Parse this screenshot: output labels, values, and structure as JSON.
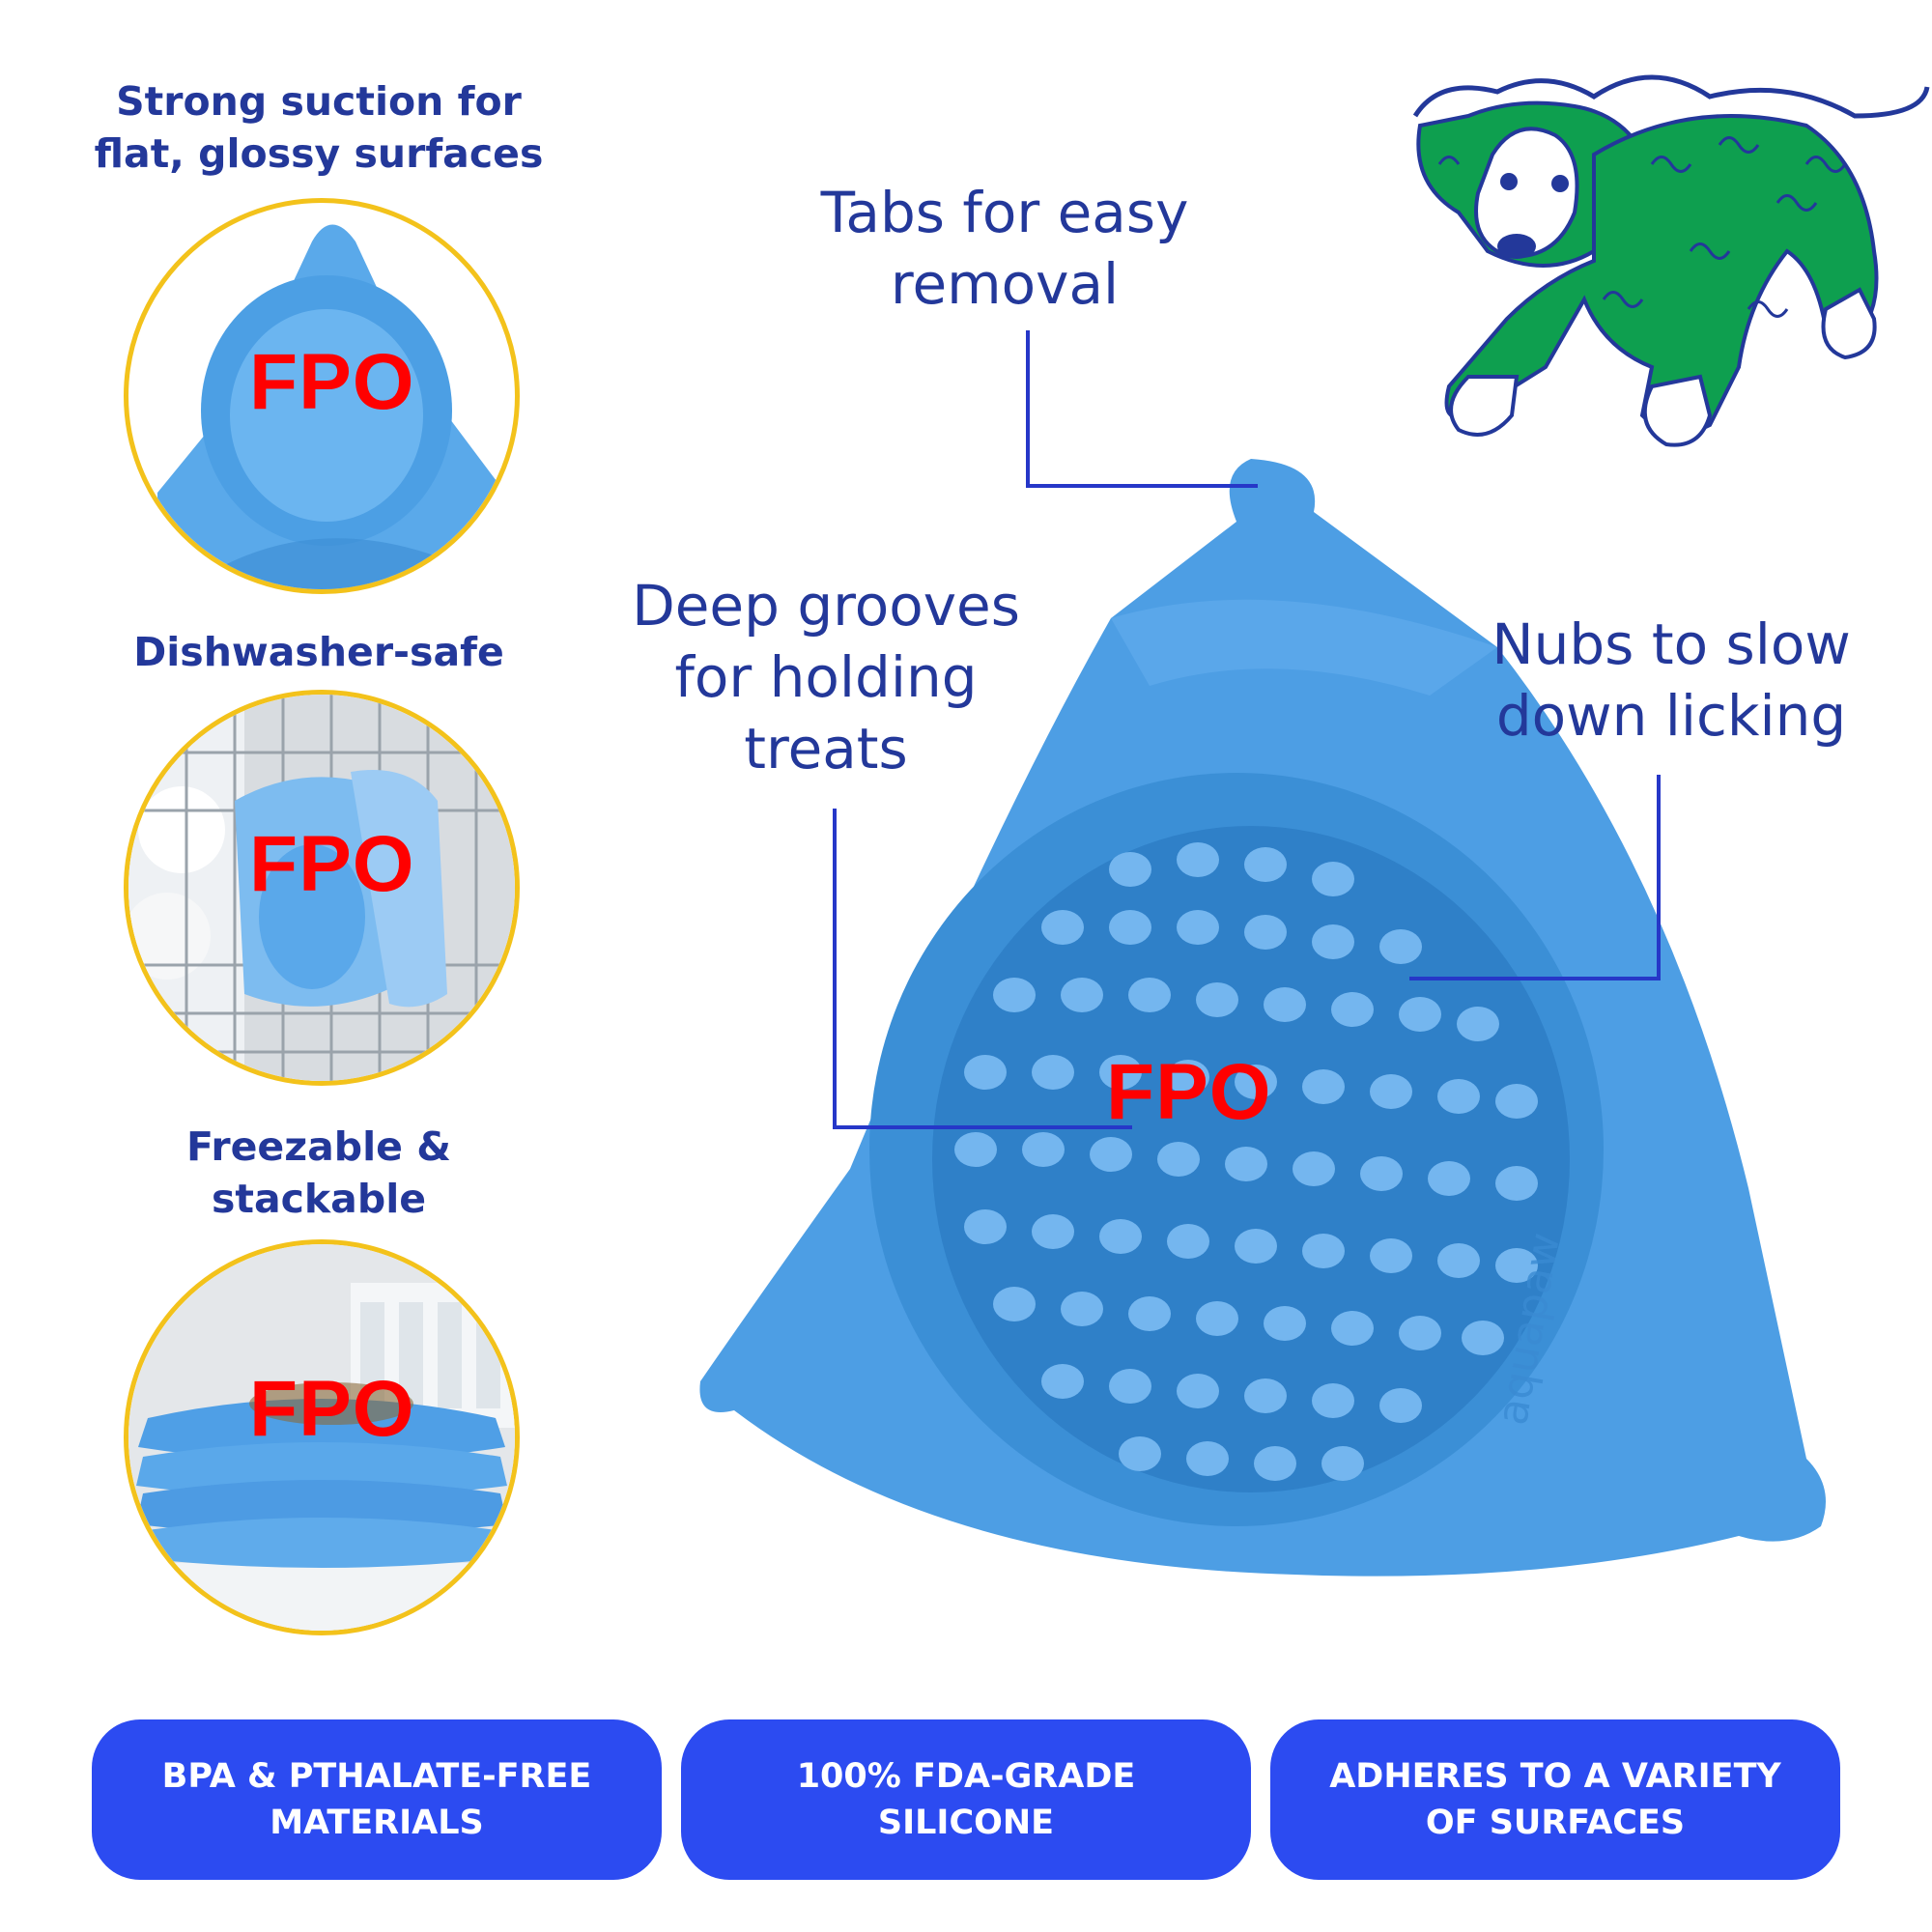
{
  "features": [
    {
      "title": "Strong suction for\nflat, glossy surfaces",
      "placeholder": "FPO"
    },
    {
      "title": "Dishwasher-safe",
      "placeholder": "FPO"
    },
    {
      "title": "Freezable &\nstackable",
      "placeholder": "FPO"
    }
  ],
  "callouts": {
    "tabs": "Tabs for easy\nremoval",
    "grooves": "Deep grooves\nfor holding\ntreats",
    "nubs": "Nubs to slow\ndown licking"
  },
  "product": {
    "placeholder": "FPO",
    "brand_mark": "aquapaw"
  },
  "badges": [
    "BPA & PTHALATE-FREE\nMATERIALS",
    "100% FDA-GRADE\nSILICONE",
    "ADHERES TO A VARIETY\nOF SURFACES"
  ],
  "colors": {
    "text_navy": "#23389a",
    "leader_line": "#2637c8",
    "circle_border": "#f3c21b",
    "product_blue": "#4b9fe2",
    "badge_blue": "#2c4bf1",
    "dog_green": "#0e9f4f",
    "placeholder_red": "#ff0000"
  }
}
